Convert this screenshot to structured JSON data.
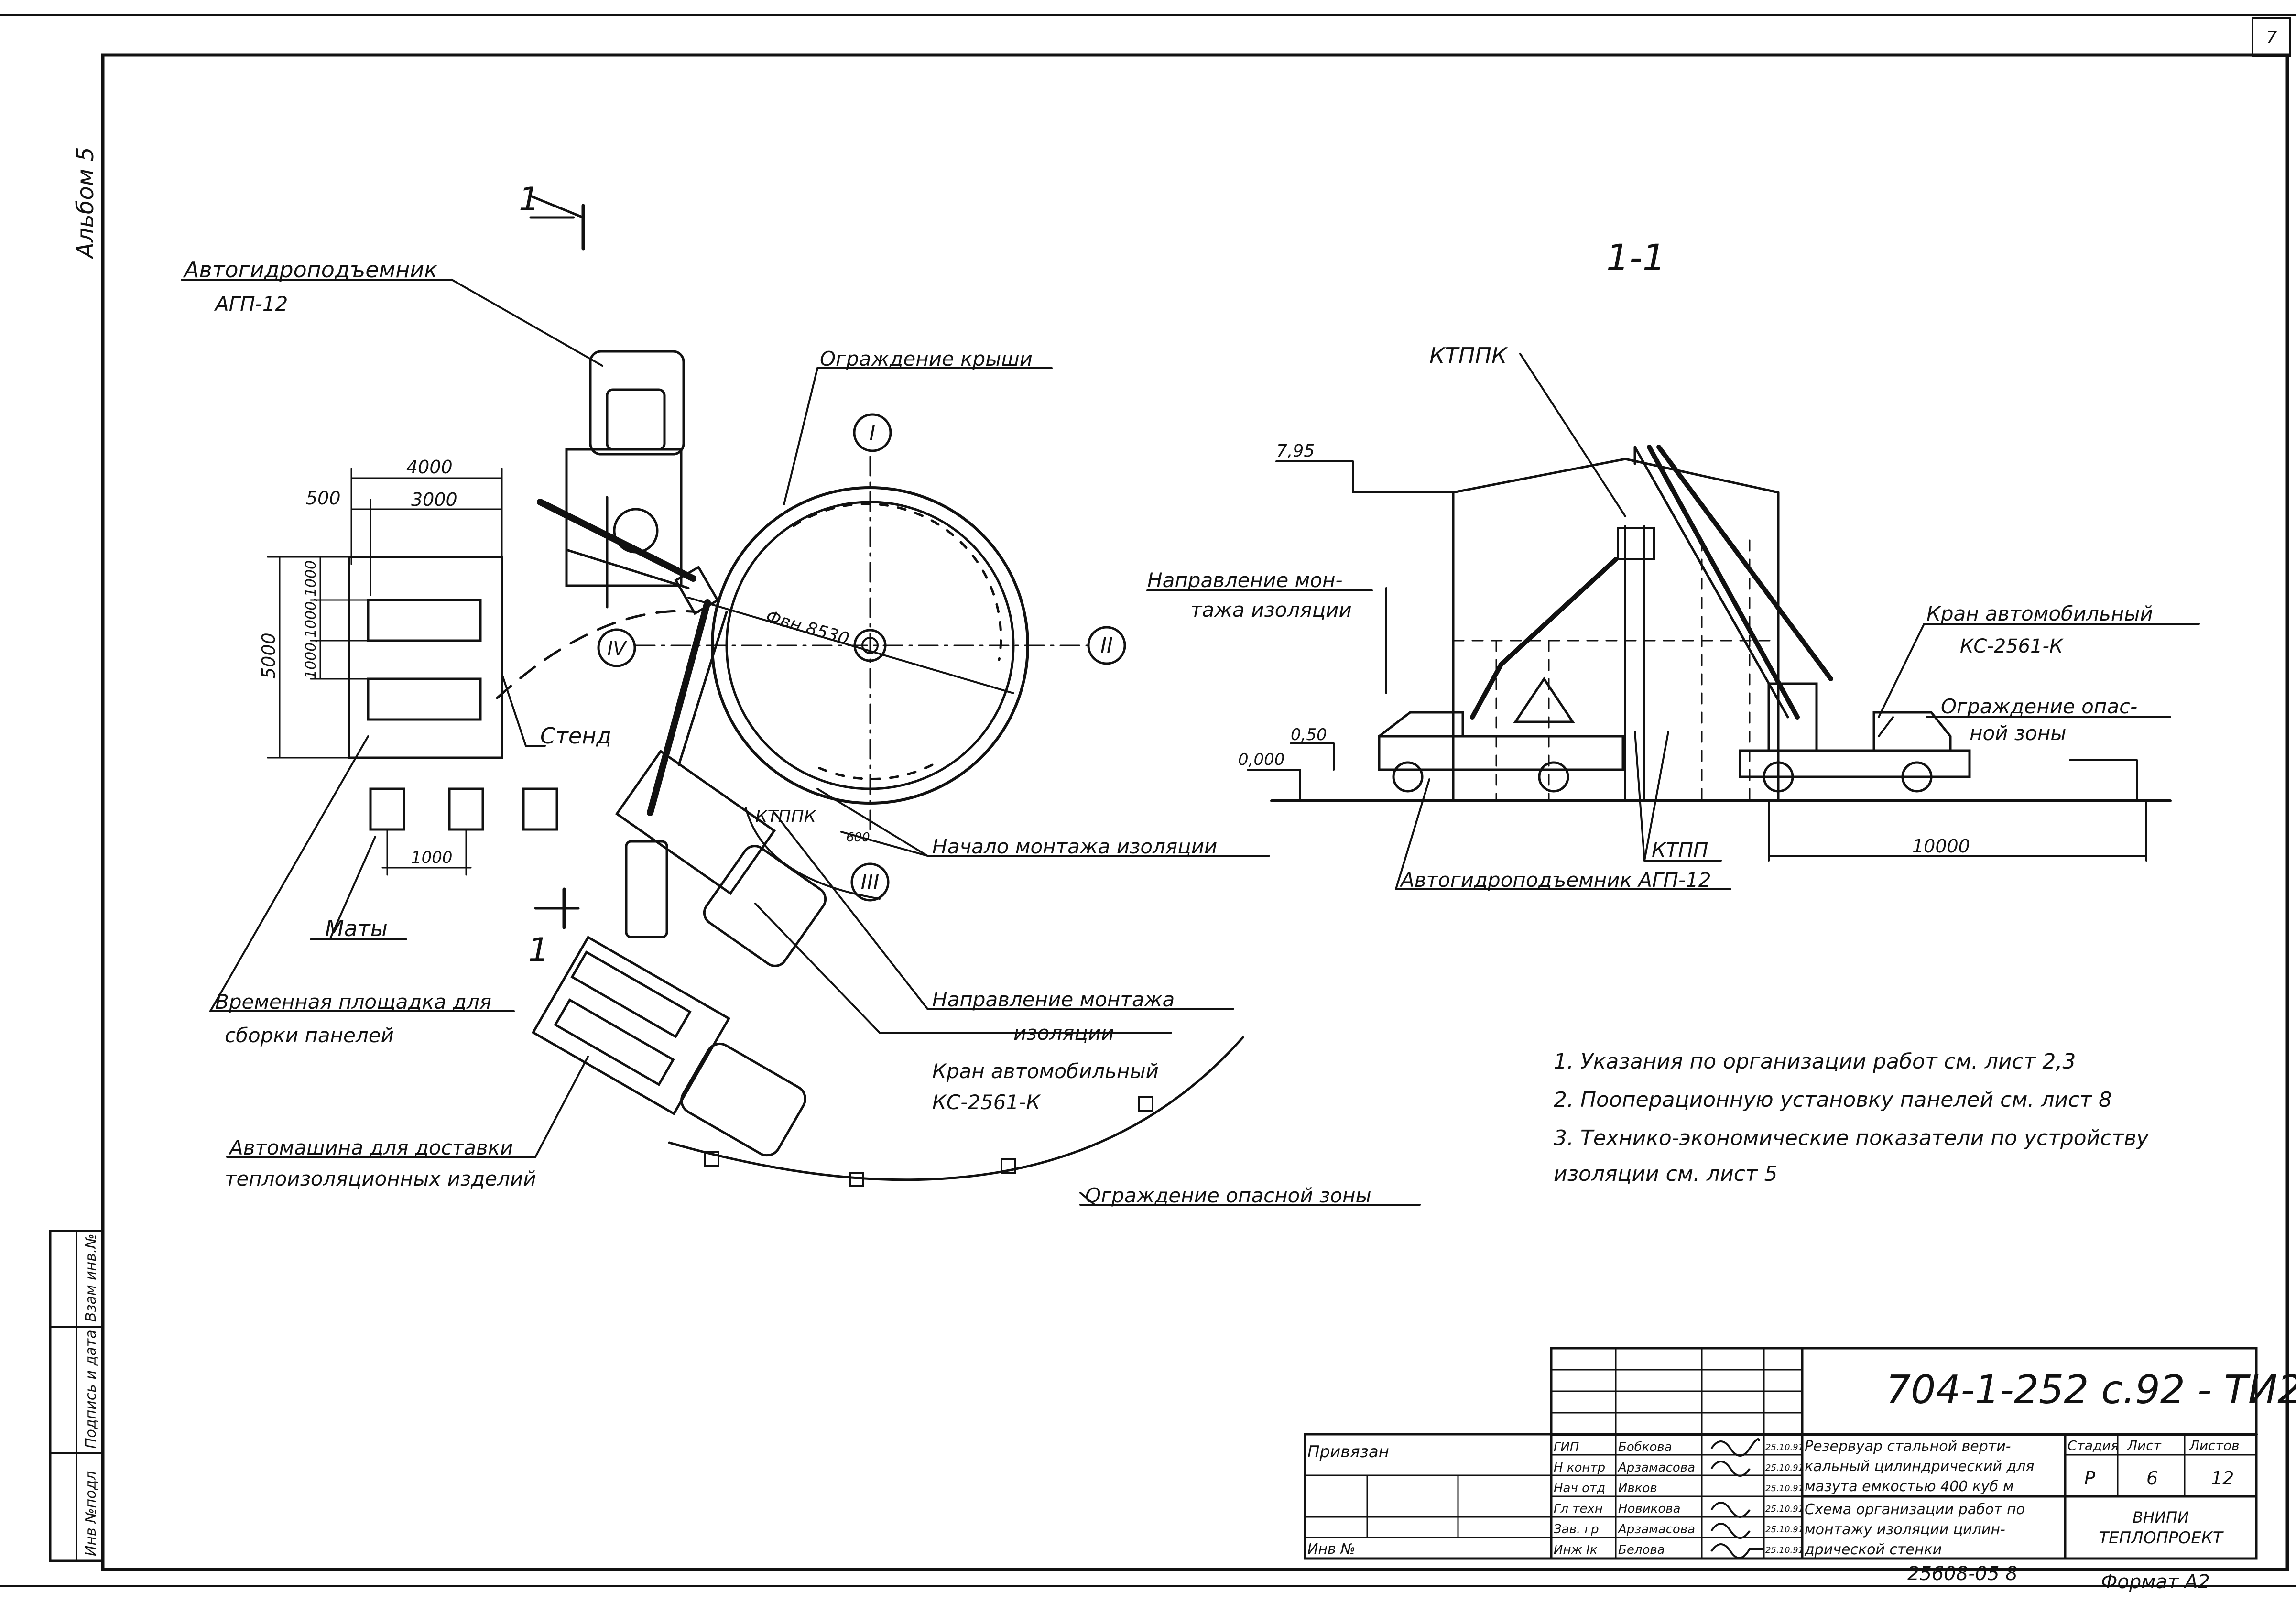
{
  "sheet_no": "7",
  "album": "Альбом 5",
  "section_mark": "1",
  "section_title": "1-1",
  "plan": {
    "agp_label": "Автогидроподъемник",
    "agp_model": "АГП-12",
    "roof_fence": "Ограждение крыши",
    "axes": [
      "I",
      "II",
      "III",
      "IV"
    ],
    "diameter": "Фвн 8530",
    "dims": {
      "width_total": "4000",
      "left_offset": "500",
      "inner_width": "3000",
      "height_total": "5000",
      "vertical_stack": "1000,1000,1000",
      "mat_spacing": "1000",
      "gap_600": "600"
    },
    "stand": "Стенд",
    "mats": "Маты",
    "ktppk": "КТППК",
    "mount_start": "Начало монтажа изоляции",
    "mount_dir_1": "Направление монтажа",
    "mount_dir_2": "изоляции",
    "crane_1": "Кран автомобильный",
    "crane_2": "КС-2561-К",
    "platform_1": "Временная площадка для",
    "platform_2": "сборки панелей",
    "truck_1": "Автомашина для доставки",
    "truck_2": "теплоизоляционных изделий",
    "danger_fence": "Ограждение опасной зоны"
  },
  "section": {
    "ktppk": "КТППК",
    "level_top": "7,95",
    "level_050": "0,50",
    "level_000": "0,000",
    "dir_1": "Направление мон-",
    "dir_2": "тажа изоляции",
    "crane_1": "Кран автомобильный",
    "crane_2": "КС-2561-К",
    "fence_1": "Ограждение опас-",
    "fence_2": "ной зоны",
    "ktpp": "КТПП",
    "dim_10000": "10000",
    "agp": "Автогидроподъемник АГП-12"
  },
  "notes": [
    "1. Указания по организации работ см. лист 2,3",
    "2. Пооперационную установку панелей см. лист 8",
    "3. Технико-экономические показатели по устройству",
    "изоляции см. лист 5"
  ],
  "side_stamp": [
    "Инв №подл",
    "Подпись и дата",
    "Взам инв.№"
  ],
  "title_block": {
    "doc_code": "704-1-252 с.92 - ТИ2",
    "privyazan": "Привязан",
    "inv_no": "Инв №",
    "roles": [
      "ГИП",
      "Н контр",
      "Нач отд",
      "Гл техн",
      "Зав. гр",
      "Инж Iк"
    ],
    "names": [
      "Бобкова",
      "Арзамасова",
      "Ивков",
      "Новикова",
      "Арзамасова",
      "Белова"
    ],
    "dates": [
      "25.10.91",
      "25.10.91",
      "25.10.91",
      "25.10.91",
      "25.10.91",
      "25.10.91"
    ],
    "object_title": [
      "Резервуар стальной верти-",
      "кальный цилиндрический для",
      "мазута емкостью 400 куб м"
    ],
    "sheet_title": [
      "Схема организации работ по",
      "монтажу изоляции цилин-",
      "дрической стенки"
    ],
    "h_stage": "Стадия",
    "h_sheet": "Лист",
    "h_sheets": "Листов",
    "stage": "Р",
    "sheet": "6",
    "sheets": "12",
    "org_1": "ВНИПИ",
    "org_2": "ТЕПЛОПРОЕКТ",
    "bottom_code": "25608-05  8",
    "format": "Формат А2"
  }
}
